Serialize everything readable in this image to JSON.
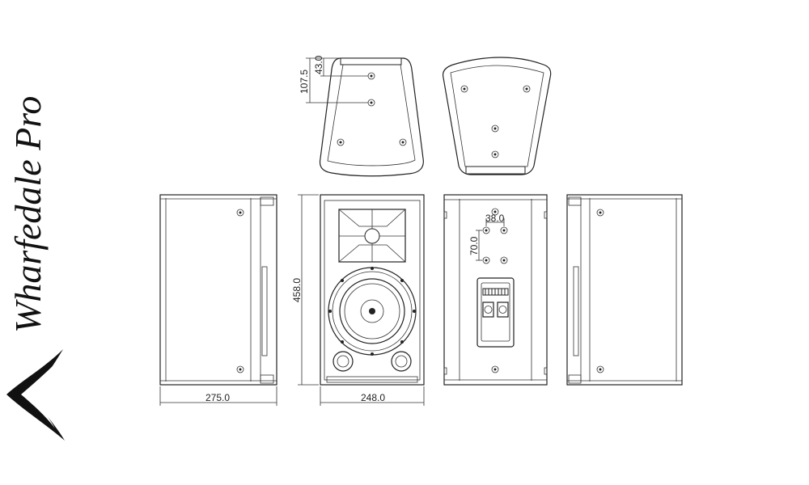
{
  "brand": {
    "name": "Wharfedale Pro",
    "logo_icon": "boomerang-logo-icon"
  },
  "dimensions": {
    "side_width": "275.0",
    "front_width": "248.0",
    "height": "458.0",
    "top_bolt_spacing_a": "107.5",
    "top_bolt_offset": "43.0",
    "rear_bolt_spacing_h": "38.0",
    "rear_bolt_spacing_v": "70.0"
  },
  "colors": {
    "line": "#222222",
    "background": "#ffffff"
  }
}
